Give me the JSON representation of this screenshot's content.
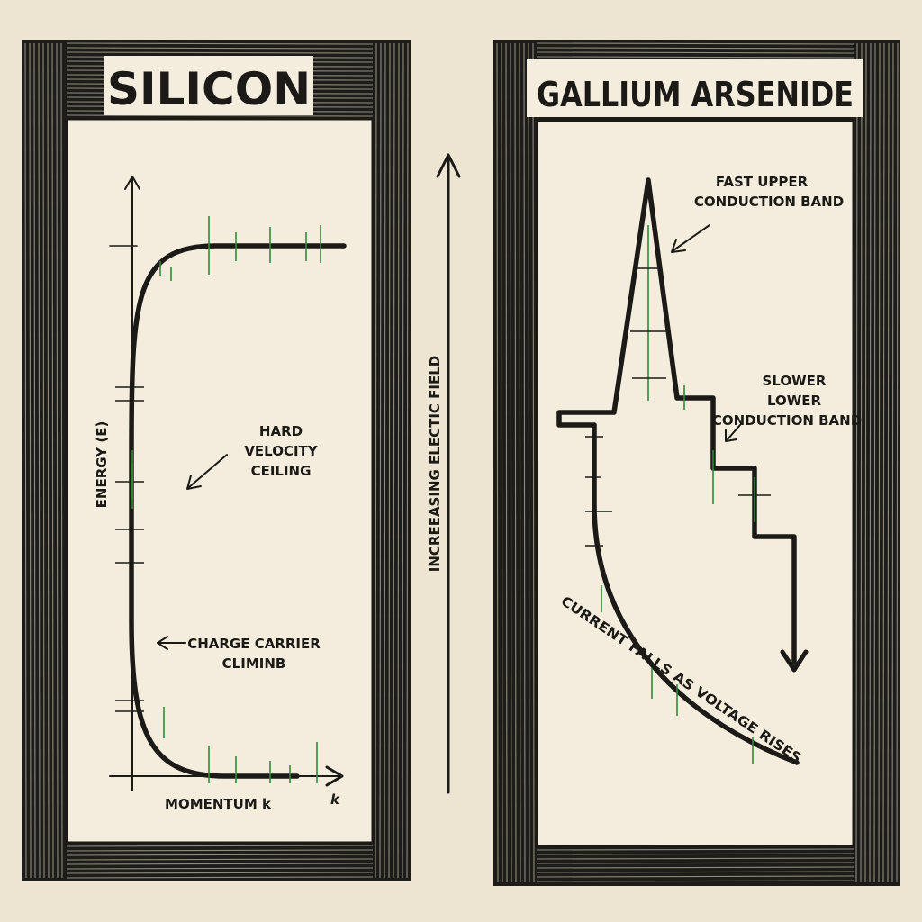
{
  "left_panel": {
    "title": "SILICON",
    "y_axis_label": "ENERGY (E)",
    "x_axis_label": "MOMENTUM k",
    "x_axis_end_label": "k",
    "annotation_ceiling": [
      "HARD",
      "VELOCITY",
      "CEILING"
    ],
    "annotation_carrier": [
      "CHARGE CARRIER",
      "CLIMINB"
    ]
  },
  "center": {
    "field_label": "INCREEASING ELECTIC FIELD"
  },
  "right_panel": {
    "title": "GALLIUM ARSENIDE",
    "annotation_upper": [
      "FAST UPPER",
      "CONDUCTION BAND"
    ],
    "annotation_lower": [
      "SLOWER",
      "LOWER",
      "CONDUCTION BAND"
    ],
    "curve_caption": "CURRENT FALLS AS VOLTAGE RISES"
  },
  "colors": {
    "ink": "#1b1a17",
    "paper": "#ede4d1",
    "panel": "#f4ecdc",
    "accent_green": "#2f8a3a"
  }
}
